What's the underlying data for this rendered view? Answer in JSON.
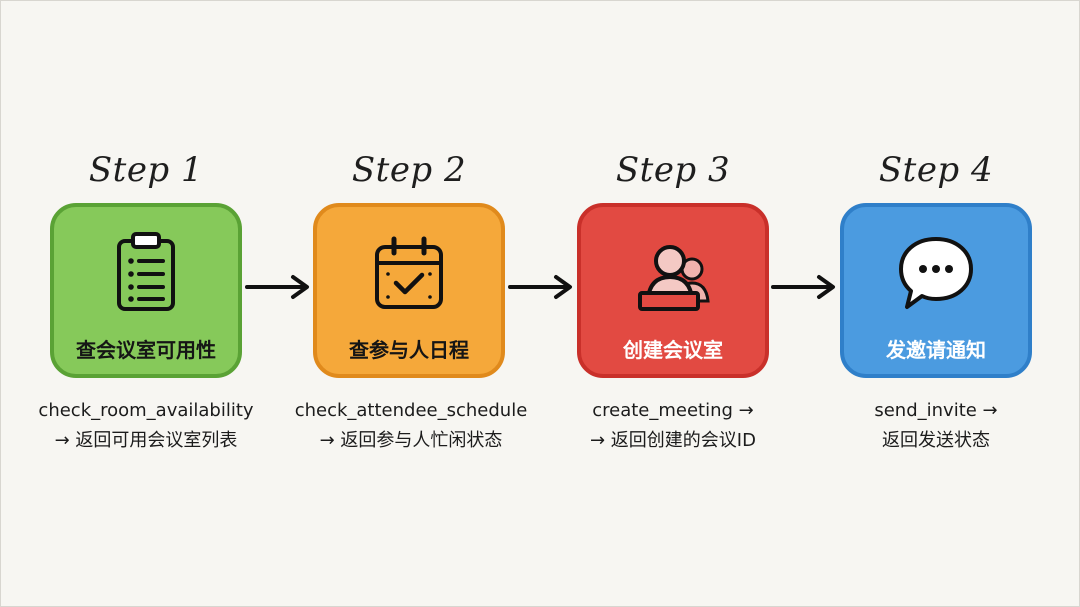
{
  "steps": [
    {
      "title": "Step 1",
      "label": "查会议室可用性",
      "icon": "clipboard-checklist-icon",
      "fn_line1": "check_room_availability",
      "fn_line2": "→ 返回可用会议室列表",
      "fill": "#86c95a",
      "border": "#5aa235"
    },
    {
      "title": "Step 2",
      "label": "查参与人日程",
      "icon": "calendar-check-icon",
      "fn_line1": "check_attendee_schedule",
      "fn_line2": "→ 返回参与人忙闲状态",
      "fill": "#f5a83a",
      "border": "#e08a1c"
    },
    {
      "title": "Step 3",
      "label": "创建会议室",
      "icon": "meeting-people-icon",
      "fn_line1": "create_meeting →",
      "fn_line2": "→ 返回创建的会议ID",
      "fill": "#e24a42",
      "border": "#c9302a"
    },
    {
      "title": "Step 4",
      "label": "发邀请通知",
      "icon": "chat-bubble-icon",
      "fn_line1": "send_invite →",
      "fn_line2": "返回发送状态",
      "fill": "#4b9be0",
      "border": "#2f7fc9"
    }
  ],
  "colors": {
    "background": "#f7f6f2",
    "ink": "#1c1c1c"
  }
}
